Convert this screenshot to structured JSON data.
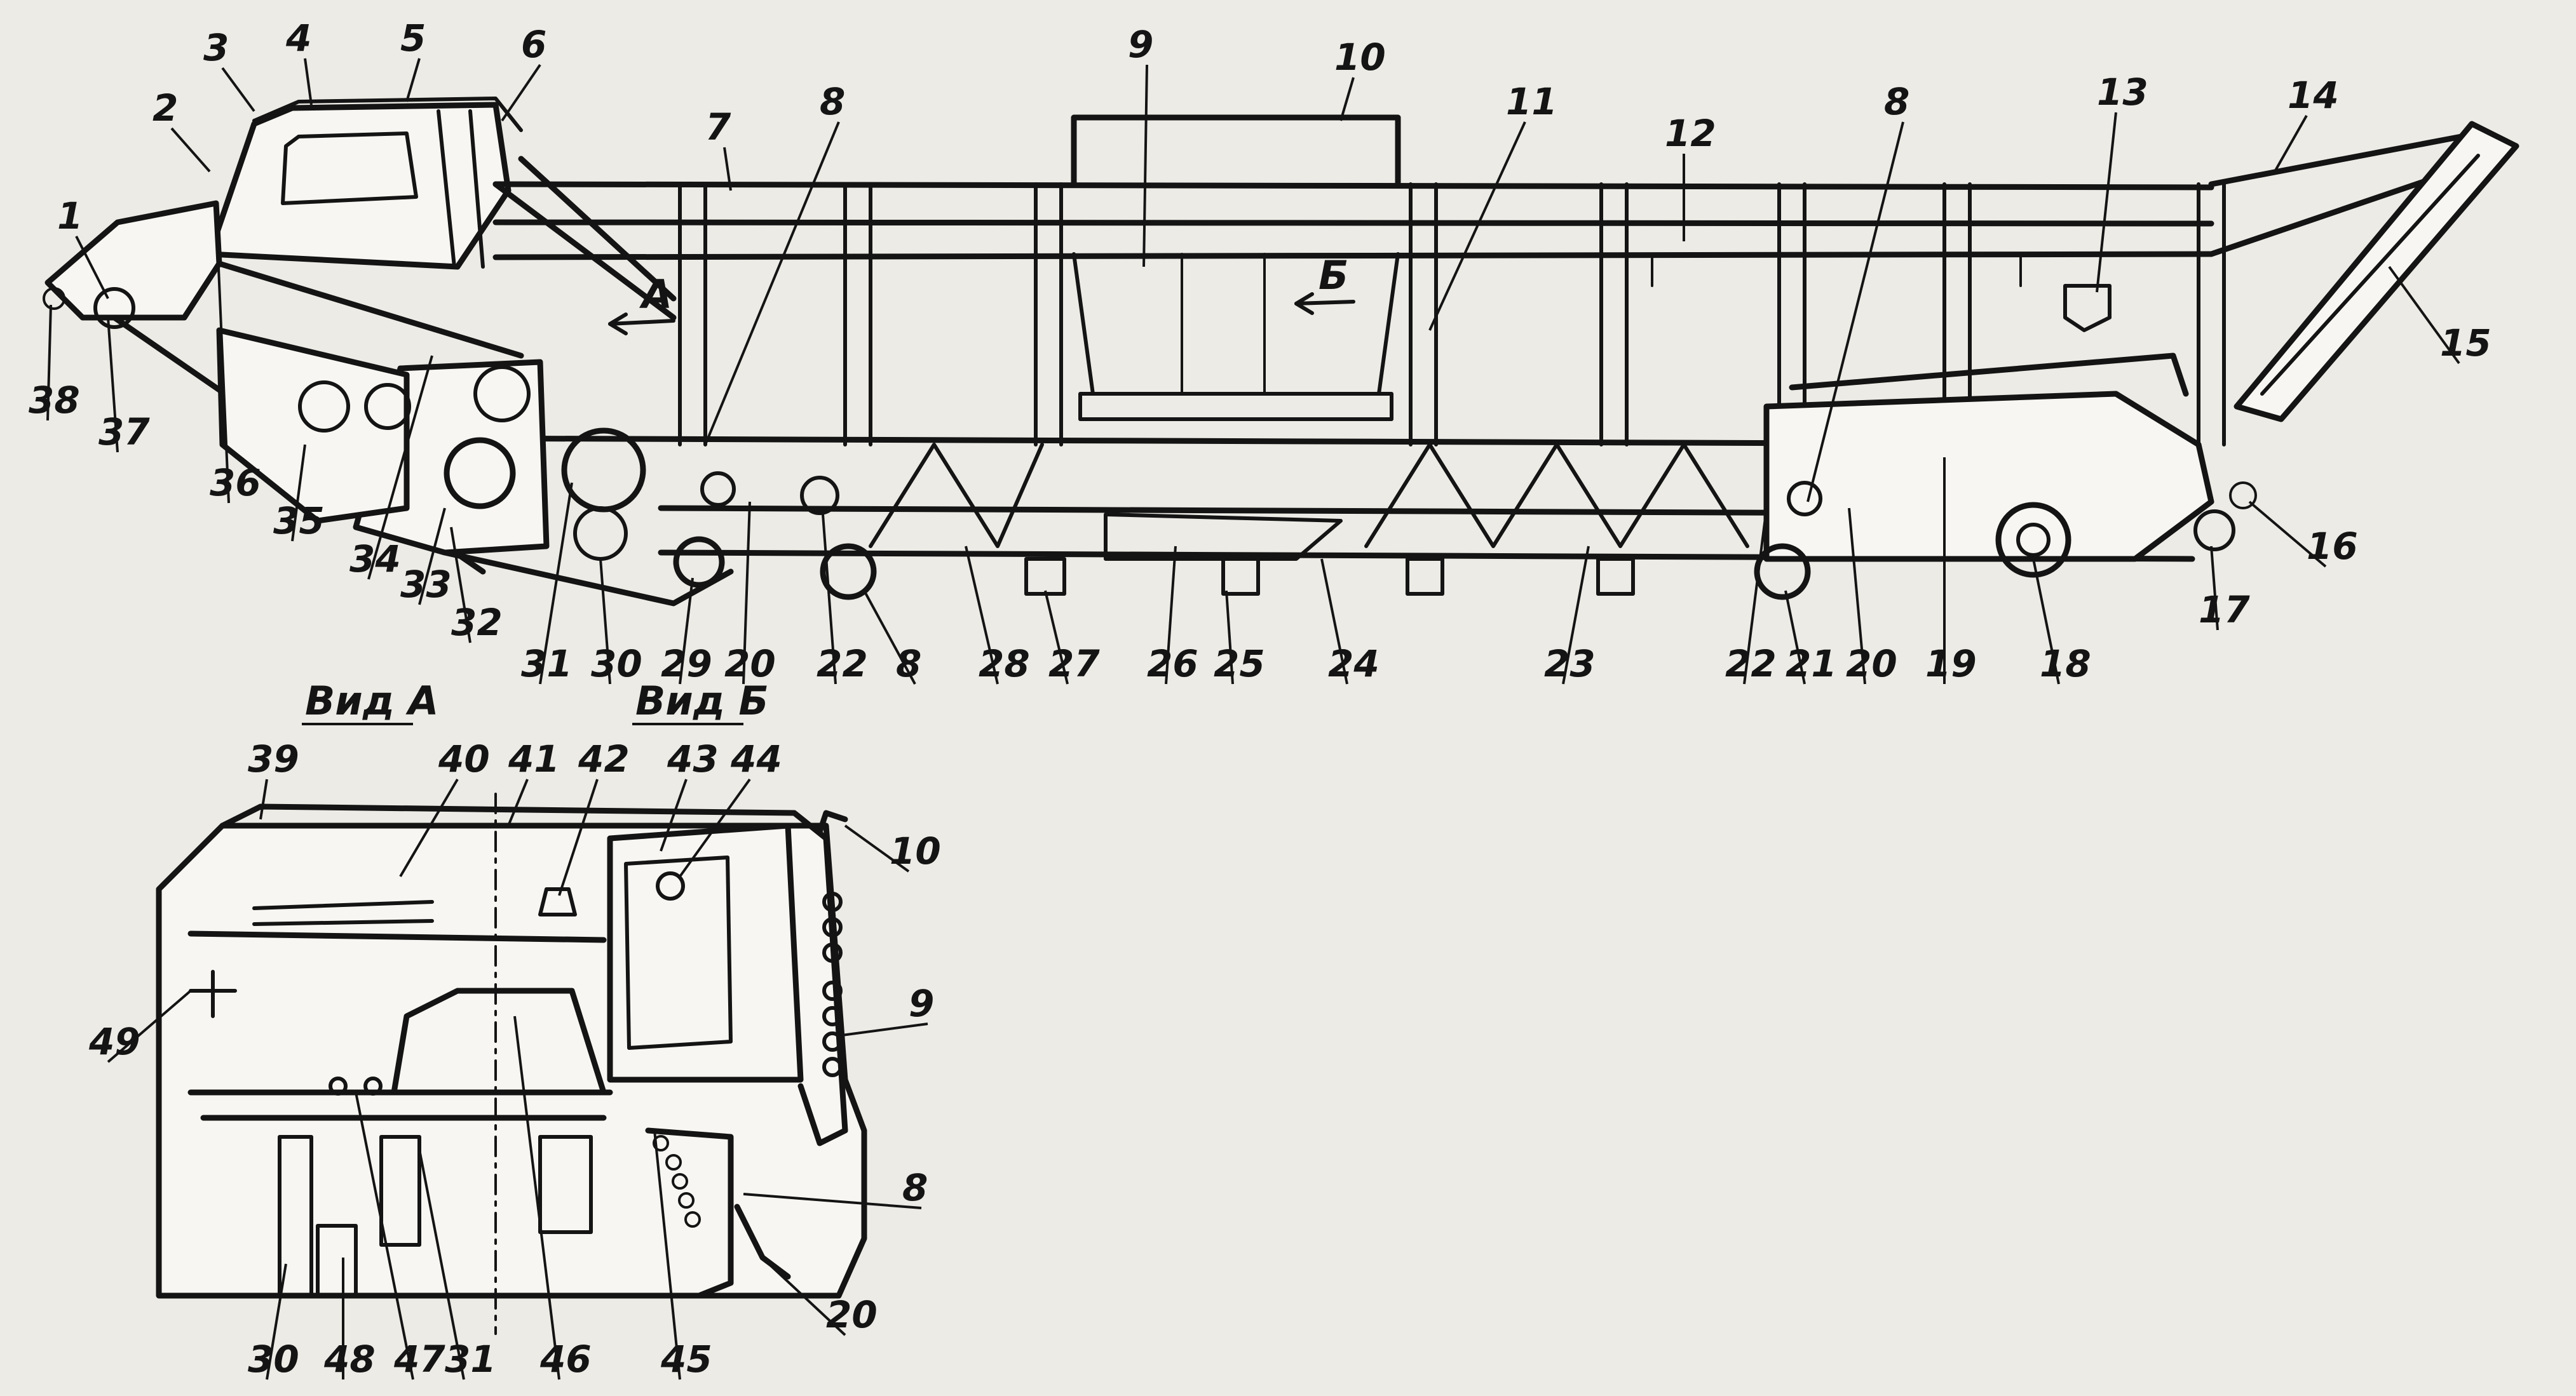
{
  "main_view": {
    "arrow_a": "А",
    "arrow_b": "Б",
    "callouts": [
      "1",
      "2",
      "3",
      "4",
      "5",
      "6",
      "7",
      "8",
      "9",
      "10",
      "11",
      "12",
      "13",
      "14",
      "15",
      "16",
      "17",
      "18",
      "19",
      "20",
      "21",
      "22",
      "23",
      "24",
      "25",
      "26",
      "27",
      "28",
      "29",
      "30",
      "31",
      "32",
      "33",
      "34",
      "35",
      "36",
      "37",
      "38",
      "8",
      "8",
      "20",
      "22",
      "20",
      "22"
    ]
  },
  "view_a": {
    "title": "Вид А"
  },
  "view_b": {
    "title": "Вид Б"
  },
  "section_callouts": [
    "39",
    "40",
    "41",
    "42",
    "43",
    "44",
    "10",
    "9",
    "49",
    "8",
    "20",
    "30",
    "48",
    "47",
    "31",
    "46",
    "45"
  ]
}
